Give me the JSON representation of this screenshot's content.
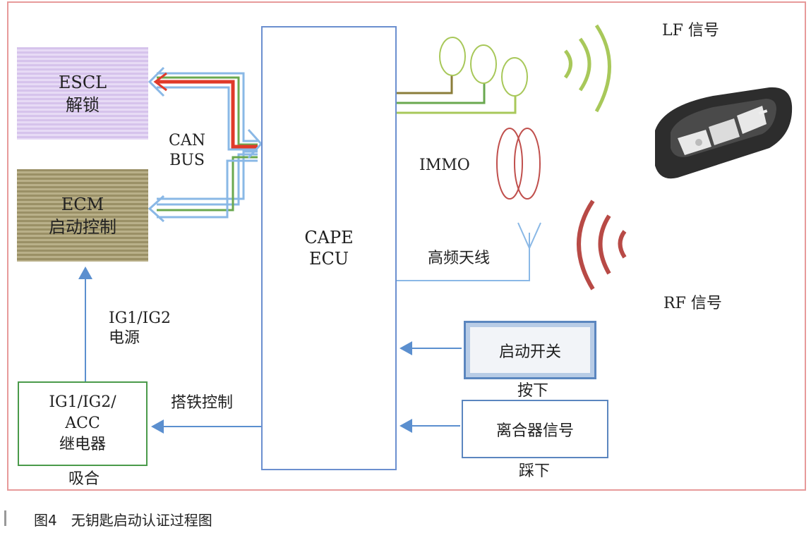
{
  "diagram": {
    "escl": {
      "line1": "ESCL",
      "line2": "解锁"
    },
    "ecm": {
      "line1": "ECM",
      "line2": "启动控制"
    },
    "can_bus": {
      "line1": "CAN",
      "line2": "BUS"
    },
    "power": {
      "line1": "IG1/IG2",
      "line2": "电源"
    },
    "relay": {
      "line1": "IG1/IG2/",
      "line2": "ACC",
      "line3": "继电器"
    },
    "relay_note": "吸合",
    "ground_control": "搭铁控制",
    "ecu": {
      "line1": "CAPE",
      "line2": "ECU"
    },
    "immo": "IMMO",
    "hf_antenna": "高频天线",
    "lf_signal": "LF 信号",
    "rf_signal": "RF 信号",
    "start_switch": "启动开关",
    "start_switch_note": "按下",
    "clutch_signal": "离合器信号",
    "clutch_note": "踩下"
  },
  "caption": "图4　无钥匙启动认证过程图",
  "colors": {
    "escl_fill": "#d6c3ec",
    "ecm_fill": "#9a9066",
    "ecu_border": "#6b8fcf",
    "relay_border": "#4a9a4a",
    "arrow_blue": "#5b8fcf",
    "lf_green": "#a8c85a",
    "rf_red": "#b84a46",
    "immo_coil": "#c0504d"
  }
}
